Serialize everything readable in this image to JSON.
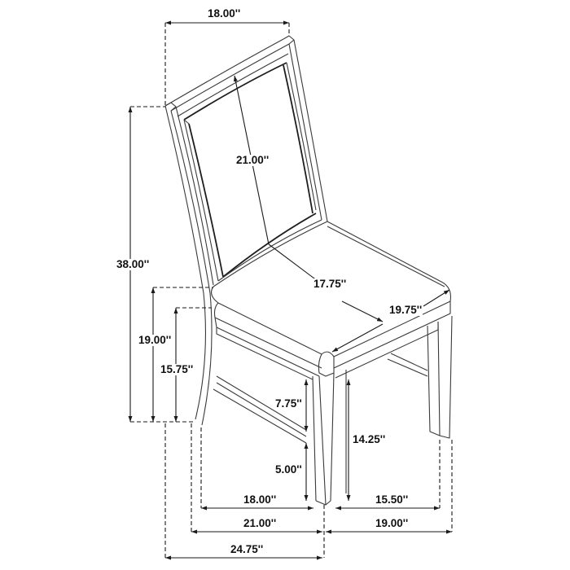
{
  "diagram": {
    "subject": "Dining side chair dimension drawing",
    "line_color": "#3a3a3a",
    "dimension_color": "#1a1a1a",
    "background": "#ffffff",
    "dimensions": {
      "back_width": "18.00''",
      "back_panel_height": "21.00''",
      "overall_height": "38.00''",
      "seat_height": "19.00''",
      "seat_to_stretcher_height": "15.75''",
      "seat_depth": "17.75''",
      "seat_width": "19.75''",
      "apron_to_stretcher": "7.75''",
      "stretcher_height": "5.00''",
      "under_apron_clearance": "14.25''",
      "inner_leg_depth": "18.00''",
      "inner_leg_width": "15.50''",
      "leg_depth": "21.00''",
      "leg_width": "19.00''",
      "overall_depth": "24.75''"
    }
  }
}
